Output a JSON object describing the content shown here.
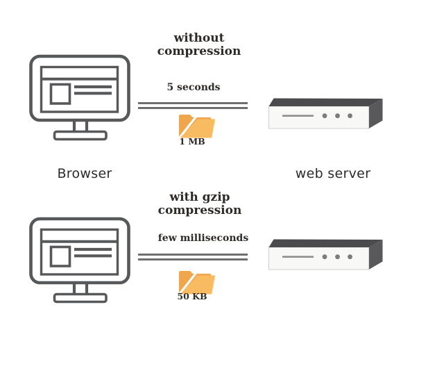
{
  "diagram": {
    "description": "comparison of web transfer without compression vs with gzip compression",
    "sections": [
      {
        "title": "without compression",
        "transfer_time": "5 seconds",
        "payload_size": "1 MB",
        "sender_label": "Browser",
        "receiver_label": "web server"
      },
      {
        "title": "with gzip compression",
        "transfer_time": "few milliseconds",
        "payload_size": "50 KB"
      }
    ],
    "icons": {
      "sender": "browser-monitor-icon",
      "receiver": "server-box-icon",
      "payload": "folder-icon",
      "link": "double-line-connection"
    },
    "colors": {
      "icon_gray": "#57585a",
      "server_top_face": "#4b4b4d",
      "server_side_face": "#59595c",
      "server_front_face": "#f8f8f7",
      "server_detail_gray": "#8e8e8e",
      "folder_back": "#efa64c",
      "folder_front": "#f8bb62",
      "link_line": "#6e6e6e",
      "serif_text": "#2e2a27",
      "sans_text": "#2b2b2b",
      "background": "#ffffff"
    }
  }
}
